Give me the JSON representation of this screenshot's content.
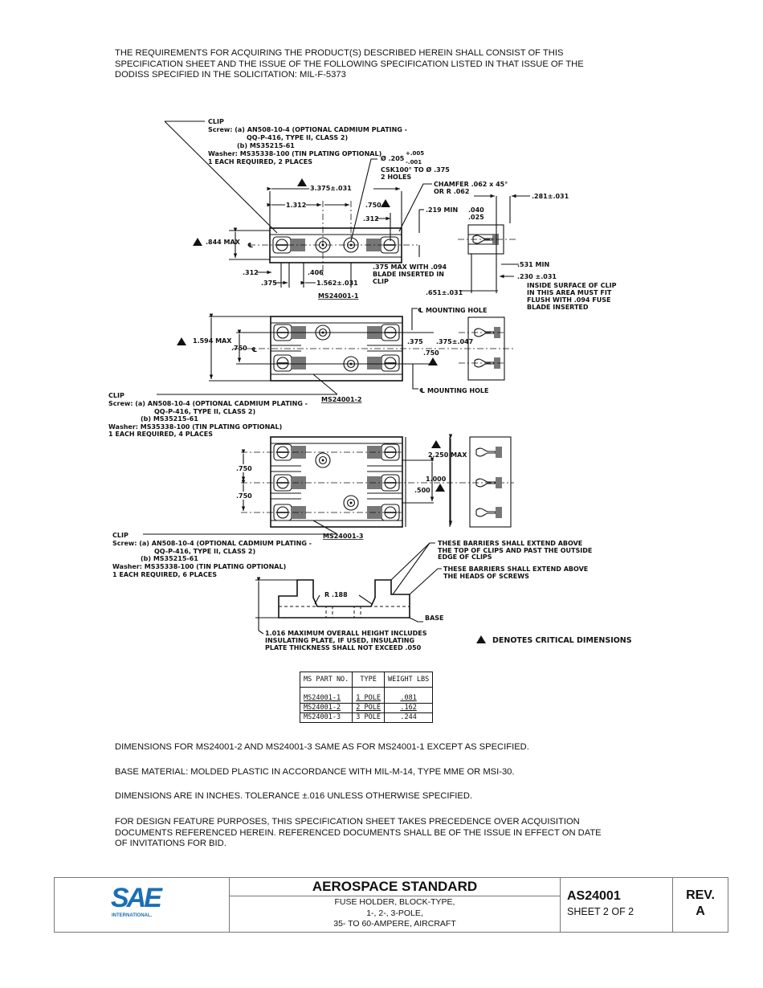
{
  "intro": [
    "THE REQUIREMENTS FOR ACQUIRING THE PRODUCT(S) DESCRIBED HEREIN SHALL CONSIST OF THIS",
    "SPECIFICATION SHEET AND THE ISSUE OF THE FOLLOWING SPECIFICATION LISTED IN THAT ISSUE OF THE",
    "DODISS SPECIFIED IN THE SOLICITATION:  MIL-F-5373"
  ],
  "drawing": {
    "clip_note_1": [
      "CLIP",
      "Screw:  (a) AN508-10-4 (OPTIONAL CADMIUM PLATING -",
      "QQ-P-416, TYPE II, CLASS 2)",
      "(b) MS35215-61",
      "Washer: MS35338-100 (TIN PLATING OPTIONAL)",
      "1 EACH REQUIRED, 2 PLACES"
    ],
    "clip_note_2": [
      "CLIP",
      "Screw:  (a) AN508-10-4 (OPTIONAL CADMIUM PLATING -",
      "QQ-P-416, TYPE II, CLASS 2)",
      "(b) MS35215-61",
      "Washer: MS35338-100 (TIN PLATING OPTIONAL)",
      "1 EACH REQUIRED, 4 PLACES"
    ],
    "clip_note_3": [
      "CLIP",
      "Screw:  (a) AN508-10-4 (OPTIONAL CADMIUM PLATING -",
      "QQ-P-416, TYPE II, CLASS 2)",
      "(b) MS35215-61",
      "Washer: MS35338-100 (TIN PLATING OPTIONAL)",
      "1 EACH REQUIRED, 6 PLACES"
    ],
    "hole_note": [
      "Ø .205",
      "+.005",
      "-.001",
      "CSK100° TO Ø .375",
      "2 HOLES"
    ],
    "chamfer_note": [
      "CHAMFER .062 x 45°",
      "OR R .062"
    ],
    "dims_1": {
      "overall": "3.375±.031",
      "d1312": "1.312",
      "d750": ".750",
      "d312a": ".312",
      "d219": ".219 MIN",
      "d040": ".040",
      "d025": ".025",
      "d281": ".281±.031",
      "d844": ".844 MAX",
      "d312b": ".312",
      "d375": ".375",
      "d406": ".406",
      "d1562": "1.562±.031",
      "d651": ".651±.031",
      "d531": ".531 MIN",
      "d230": ".230 ±.031"
    },
    "blade_note": [
      ".375 MAX WITH .094",
      "BLADE INSERTED IN",
      "CLIP"
    ],
    "inside_note": [
      "INSIDE SURFACE OF CLIP",
      "IN THIS AREA MUST FIT",
      "FLUSH WITH .094 FUSE",
      "BLADE INSERTED"
    ],
    "part_1": "MS24001-1",
    "part_2": "MS24001-2",
    "part_3": "MS24001-3",
    "centerline": "℄",
    "mounting_hole": "℄ MOUNTING HOLE",
    "dims_2": {
      "d1594": "1.594 MAX",
      "d750": ".750",
      "d375": ".375",
      "d375b": ".375±.047",
      "d750b": ".750"
    },
    "dims_3": {
      "d2250": "2.250 MAX",
      "d750a": ".750",
      "d750b": ".750",
      "d1000": "1.000",
      "d500": ".500"
    },
    "barrier_note_1": [
      "THESE BARRIERS SHALL EXTEND ABOVE",
      "THE TOP OF CLIPS AND PAST THE OUTSIDE",
      "EDGE OF CLIPS"
    ],
    "barrier_note_2": [
      "THESE BARRIERS SHALL EXTEND ABOVE",
      "THE HEADS OF SCREWS"
    ],
    "radius": "R .188",
    "base": "BASE",
    "height_note": [
      "1.016 MAXIMUM OVERALL HEIGHT INCLUDES",
      "INSULATING PLATE, IF USED, INSULATING",
      "PLATE THICKNESS SHALL NOT EXCEED .050"
    ],
    "critical_note": "DENOTES CRITICAL DIMENSIONS"
  },
  "parts_table": {
    "headers": [
      "MS PART NO.",
      "TYPE",
      "WEIGHT LBS"
    ],
    "rows": [
      [
        "MS24001-1",
        "1 POLE",
        ".081"
      ],
      [
        "MS24001-2",
        "2 POLE",
        ".162"
      ],
      [
        "MS24001-3",
        "3 POLE",
        ".244"
      ]
    ]
  },
  "notes": [
    "DIMENSIONS FOR MS24001-2 AND MS24001-3 SAME AS FOR MS24001-1 EXCEPT AS SPECIFIED.",
    "BASE MATERIAL:  MOLDED PLASTIC IN ACCORDANCE WITH MIL-M-14, TYPE MME OR MSI-30.",
    "DIMENSIONS ARE IN INCHES.  TOLERANCE ±.016 UNLESS OTHERWISE SPECIFIED.",
    [
      "FOR DESIGN FEATURE PURPOSES, THIS SPECIFICATION SHEET TAKES PRECEDENCE OVER ACQUISITION",
      "DOCUMENTS REFERENCED HEREIN.  REFERENCED DOCUMENTS SHALL BE OF THE ISSUE IN EFFECT ON DATE",
      "OF INVITATIONS FOR BID."
    ]
  ],
  "title_block": {
    "logo_text": "SAE",
    "logo_sub": "INTERNATIONAL.",
    "heading": "AEROSPACE STANDARD",
    "title_lines": [
      "FUSE HOLDER, BLOCK-TYPE,",
      "1-, 2-, 3-POLE,",
      "35- TO 60-AMPERE, AIRCRAFT"
    ],
    "doc_number": "AS24001",
    "sheet": "SHEET 2 OF 2",
    "rev_label": "REV.",
    "rev": "A",
    "brand_color": "#1a6fb5"
  }
}
